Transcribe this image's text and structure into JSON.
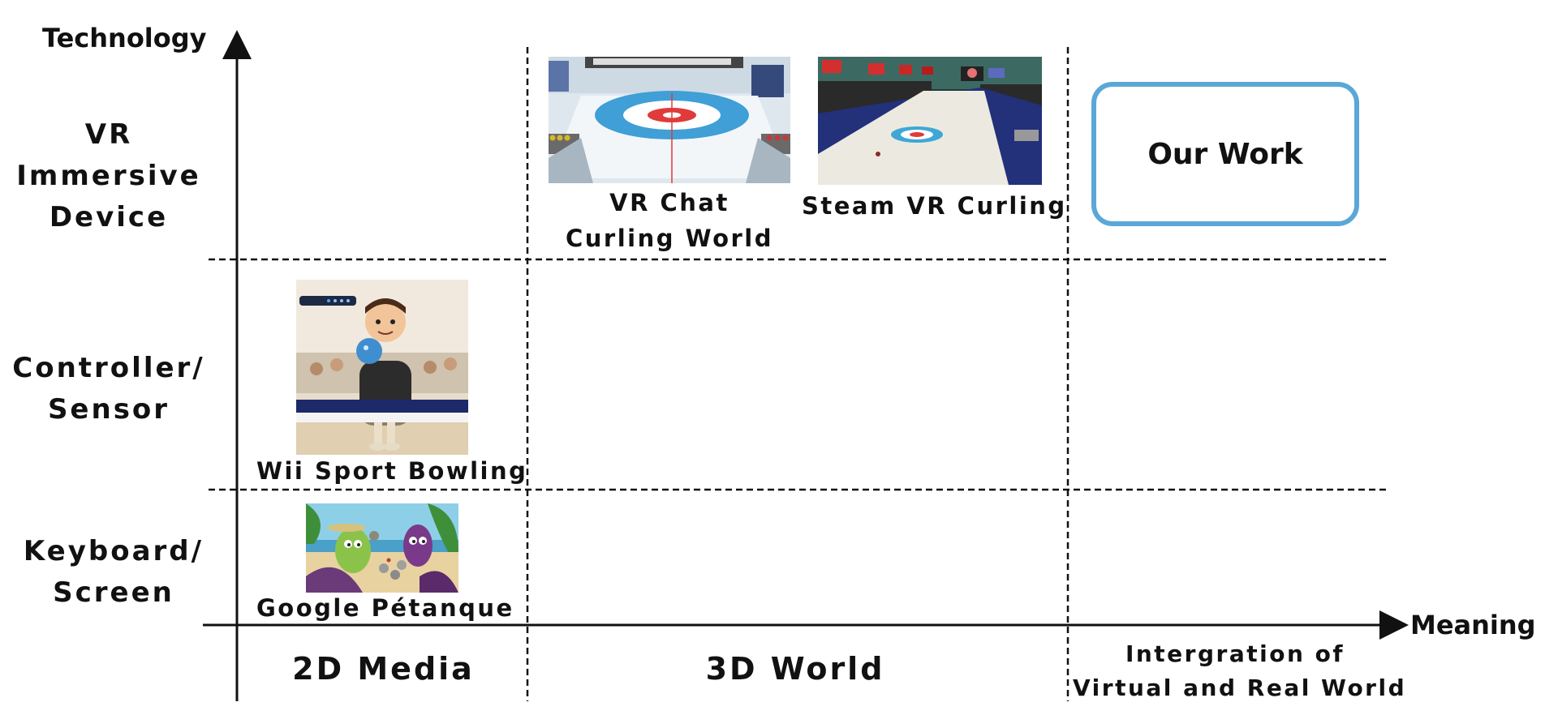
{
  "axes": {
    "y_title": "Technology",
    "x_title": "Meaning"
  },
  "rows": {
    "vr": [
      "VR",
      "Immersive",
      "Device"
    ],
    "controller": [
      "Controller/",
      "Sensor"
    ],
    "keyboard": [
      "Keyboard/",
      "Screen"
    ]
  },
  "columns": {
    "media2d": "2D Media",
    "world3d": "3D World",
    "integration": [
      "Intergration of",
      "Virtual and Real World"
    ]
  },
  "items": {
    "vrchat": [
      "VR Chat",
      "Curling World"
    ],
    "steamvr": "Steam VR Curling",
    "wii": "Wii Sport Bowling",
    "google": "Google Pétanque",
    "our_work": "Our Work"
  },
  "colors": {
    "our_work_border": "#5aa7d8",
    "lines": "#111111"
  }
}
